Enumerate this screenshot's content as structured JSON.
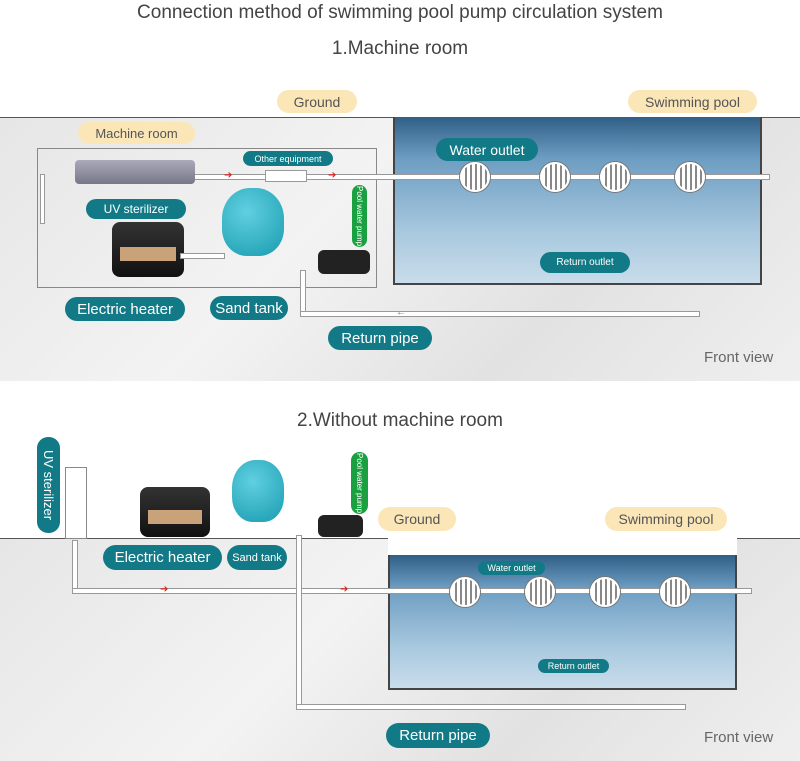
{
  "title": "Connection method of swimming pool pump circulation system",
  "section1": {
    "title": "1.Machine room",
    "ground": "Ground",
    "swimming_pool": "Swimming pool",
    "machine_room": "Machine room",
    "other_equipment": "Other equipment",
    "water_outlet": "Water outlet",
    "uv_sterilizer": "UV sterilizer",
    "pool_water_pump": "Pool water pump",
    "return_outlet": "Return outlet",
    "electric_heater": "Electric heater",
    "sand_tank": "Sand tank",
    "return_pipe": "Return pipe",
    "front_view": "Front view"
  },
  "section2": {
    "title": "2.Without machine room",
    "uv_sterilizer": "UV sterilizer",
    "pool_water_pump": "Pool water pump",
    "ground": "Ground",
    "swimming_pool": "Swimming pool",
    "electric_heater": "Electric heater",
    "sand_tank": "Sand tank",
    "water_outlet": "Water outlet",
    "return_outlet": "Return outlet",
    "return_pipe": "Return pipe",
    "front_view": "Front view"
  },
  "colors": {
    "label_teal": "#127a86",
    "label_beige": "#fbe6b8",
    "pump_label_green": "#1aa040",
    "flow_out_red": "#d22222",
    "flow_in_green": "#22aa22"
  }
}
